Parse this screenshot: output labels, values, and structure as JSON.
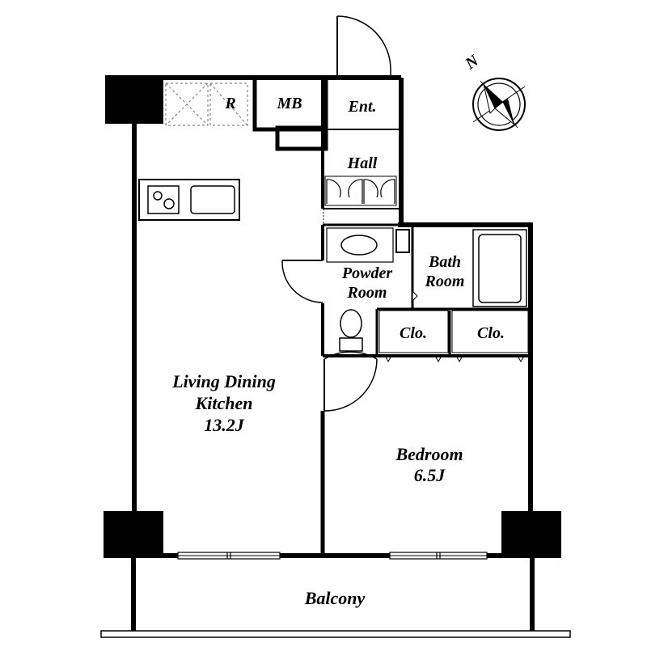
{
  "rooms": {
    "ldk_line1": "Living Dining",
    "ldk_line2": "Kitchen",
    "ldk_area": "13.2J",
    "bedroom": "Bedroom",
    "bedroom_area": "6.5J",
    "powder_line1": "Powder",
    "powder_line2": "Room",
    "bath_line1": "Bath",
    "bath_line2": "Room",
    "closet1": "Clo.",
    "closet2": "Clo.",
    "hall": "Hall",
    "entrance": "Ent.",
    "meter_box": "MB",
    "refrigerator": "R",
    "balcony": "Balcony"
  },
  "compass": {
    "north_label": "N",
    "icon": "compass-icon"
  },
  "colors": {
    "wall": "#000000",
    "background": "#ffffff"
  }
}
